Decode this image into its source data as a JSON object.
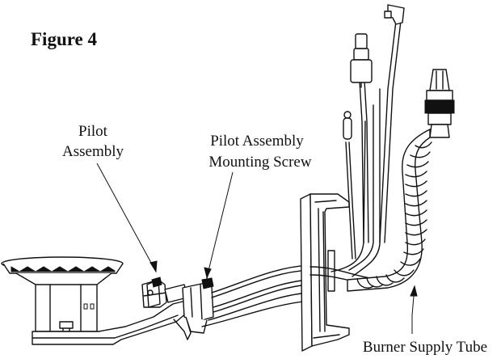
{
  "figure": {
    "title": "Figure 4",
    "labels": {
      "pilot_assembly_line1": "Pilot",
      "pilot_assembly_line2": "Assembly",
      "mounting_screw_line1": "Pilot Assembly",
      "mounting_screw_line2": "Mounting Screw",
      "burner_supply_tube": "Burner Supply Tube"
    }
  }
}
